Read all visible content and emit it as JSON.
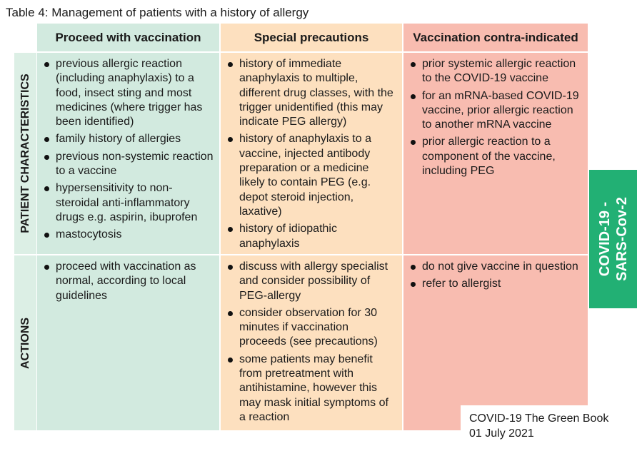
{
  "title": "Table 4: Management of patients with a history of allergy",
  "columns": [
    "Proceed with vaccination",
    "Special precautions",
    "Vaccination contra-indicated"
  ],
  "rows": [
    {
      "label": "PATIENT CHARACTERISTICS",
      "cells": [
        [
          "previous allergic reaction (including anaphylaxis) to a food, insect sting and most medicines (where trigger has been identified)",
          "family history of allergies",
          "previous non-systemic reaction to a vaccine",
          "hypersensitivity to non-steroidal anti-inflammatory drugs e.g. aspirin, ibuprofen",
          "mastocytosis"
        ],
        [
          "history of immediate anaphylaxis to multiple, different drug classes, with the trigger unidentified (this may indicate PEG allergy)",
          "history of anaphylaxis to a vaccine, injected antibody preparation or a medicine likely to contain PEG (e.g. depot steroid injection, laxative)",
          "history of idiopathic anaphylaxis"
        ],
        [
          "prior systemic allergic reaction to the COVID-19 vaccine",
          "for an mRNA-based COVID-19 vaccine, prior allergic reaction to another mRNA vaccine",
          "prior allergic reaction to a component of the vaccine, including PEG"
        ]
      ]
    },
    {
      "label": "ACTIONS",
      "cells": [
        [
          "proceed with vaccination as normal, according to local guidelines"
        ],
        [
          "discuss with allergy specialist and consider possibility of PEG-allergy",
          "consider observation for 30 minutes if vaccination proceeds (see precautions)",
          "some patients may benefit from pretreatment with antihistamine, however this may mask initial symptoms of a reaction"
        ],
        [
          "do not give vaccine in question",
          "refer to allergist"
        ]
      ]
    }
  ],
  "tab": {
    "line1": "COVID-19 -",
    "line2": "SARS-Cov-2"
  },
  "footnote": {
    "line1": "COVID-19 The Green Book",
    "line2": "01 July 2021"
  }
}
